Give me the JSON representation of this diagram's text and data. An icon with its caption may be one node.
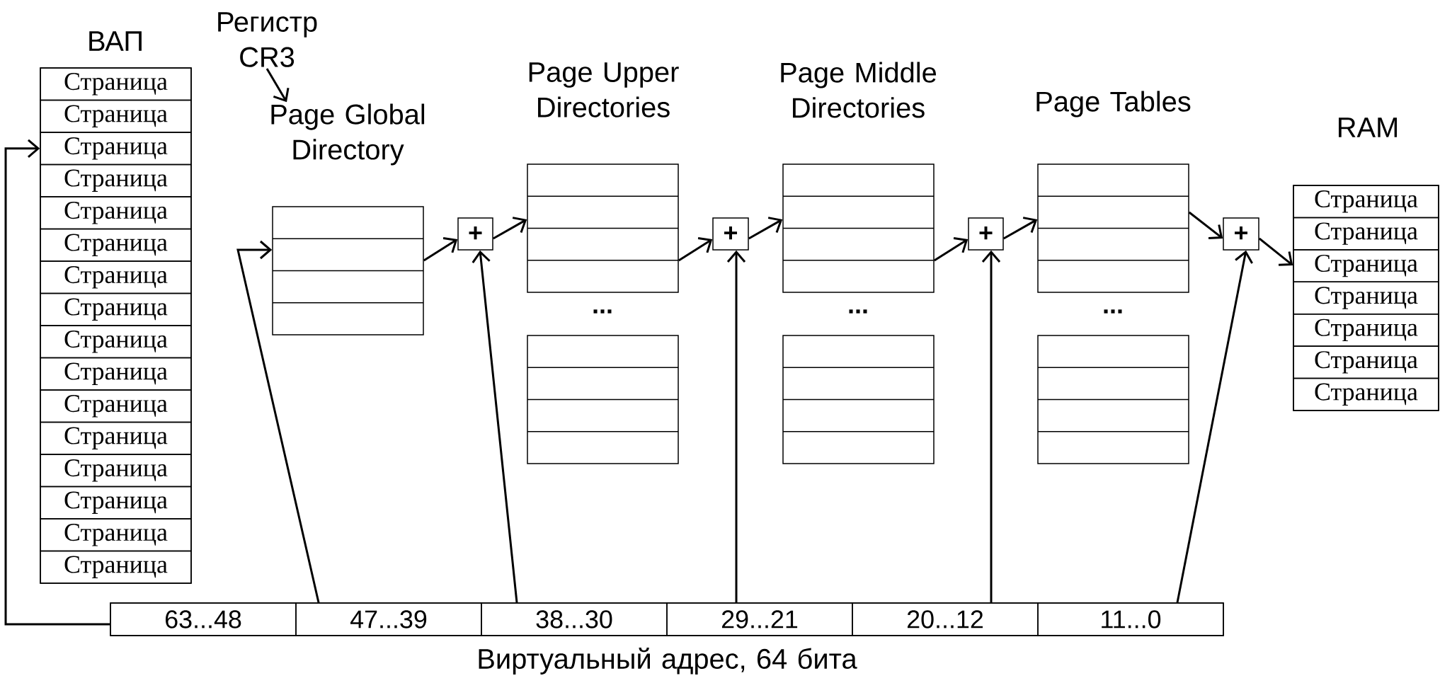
{
  "diagram": {
    "nodes": [
      {
        "text": [
          "ВАП"
        ]
      },
      {
        "text": [
          "Страница"
        ],
        "in": 0
      },
      {
        "text": [
          "Страница"
        ],
        "in": 0
      },
      {
        "text": [
          "Страница"
        ],
        "in": 0
      },
      {
        "text": [
          "Страница"
        ],
        "in": 0
      },
      {
        "text": [
          "Страница"
        ],
        "in": 0
      },
      {
        "text": [
          "Страница"
        ],
        "in": 0
      },
      {
        "text": [
          "Страница"
        ],
        "in": 0
      },
      {
        "text": [
          "Страница"
        ],
        "in": 0
      },
      {
        "text": [
          "Страница"
        ],
        "in": 0
      },
      {
        "text": [
          "Страница"
        ],
        "in": 0
      },
      {
        "text": [
          "Страница"
        ],
        "in": 0
      },
      {
        "text": [
          "Страница"
        ],
        "in": 0
      },
      {
        "text": [
          "Страница"
        ],
        "in": 0
      },
      {
        "text": [
          "Страница"
        ],
        "in": 0
      },
      {
        "text": [
          "Страница"
        ],
        "in": 0
      },
      {
        "text": [
          "Страница"
        ],
        "in": 0
      },
      {
        "text": [
          "Регистр CR3"
        ]
      },
      {
        "text": [
          "Page Global Directory"
        ]
      },
      {
        "text": [
          "+"
        ]
      },
      {
        "text": [
          "Page Upper Directories"
        ]
      },
      {
        "text": [],
        "shape": "box"
      },
      {
        "text": [
          "+"
        ]
      },
      {
        "text": [
          "Page Middle Directories"
        ]
      },
      {
        "text": [],
        "shape": "box"
      },
      {
        "text": [
          "+"
        ]
      },
      {
        "text": [
          "Page Tables"
        ]
      },
      {
        "text": [],
        "shape": "box"
      },
      {
        "text": [
          "+"
        ]
      },
      {
        "text": [
          "RAM"
        ]
      },
      {
        "text": [
          "Страница"
        ],
        "in": 29
      },
      {
        "text": [
          "Страница"
        ],
        "in": 29
      },
      {
        "text": [
          "Страница"
        ],
        "in": 29
      },
      {
        "text": [
          "Страница"
        ],
        "in": 29
      },
      {
        "text": [
          "Страница"
        ],
        "in": 29
      },
      {
        "text": [
          "Страница"
        ],
        "in": 29
      },
      {
        "text": [
          "Страница"
        ],
        "in": 29
      },
      {
        "text": [
          "Виртуальный адрес, 64 бита"
        ]
      },
      {
        "text": [
          "63...48"
        ],
        "in": 37
      },
      {
        "text": [
          "47...39"
        ],
        "in": 37
      },
      {
        "text": [
          "38...30"
        ],
        "in": 37
      },
      {
        "text": [
          "29...21"
        ],
        "in": 37
      },
      {
        "text": [
          "20...12"
        ],
        "in": 37
      },
      {
        "text": [
          "11...0"
        ],
        "in": 37
      }
    ],
    "edges": [
      {
        "from": 38,
        "to": 3,
        "arrow": "to"
      },
      {
        "from": 17,
        "to": 18,
        "arrow": "to"
      },
      {
        "from": 39,
        "to": 18,
        "arrow": "to"
      },
      {
        "from": 18,
        "to": 19,
        "arrow": "to"
      },
      {
        "from": 40,
        "to": 19,
        "arrow": "to"
      },
      {
        "from": 19,
        "to": 20,
        "arrow": "to"
      },
      {
        "from": 20,
        "to": 22,
        "arrow": "to"
      },
      {
        "from": 41,
        "to": 22,
        "arrow": "to"
      },
      {
        "from": 22,
        "to": 23,
        "arrow": "to"
      },
      {
        "from": 23,
        "to": 25,
        "arrow": "to"
      },
      {
        "from": 42,
        "to": 25,
        "arrow": "to"
      },
      {
        "from": 25,
        "to": 26,
        "arrow": "to"
      },
      {
        "from": 26,
        "to": 28,
        "arrow": "to"
      },
      {
        "from": 43,
        "to": 28,
        "arrow": "to"
      },
      {
        "from": 28,
        "to": 32,
        "arrow": "to"
      }
    ],
    "labels": [
      "...",
      "...",
      "..."
    ]
  }
}
